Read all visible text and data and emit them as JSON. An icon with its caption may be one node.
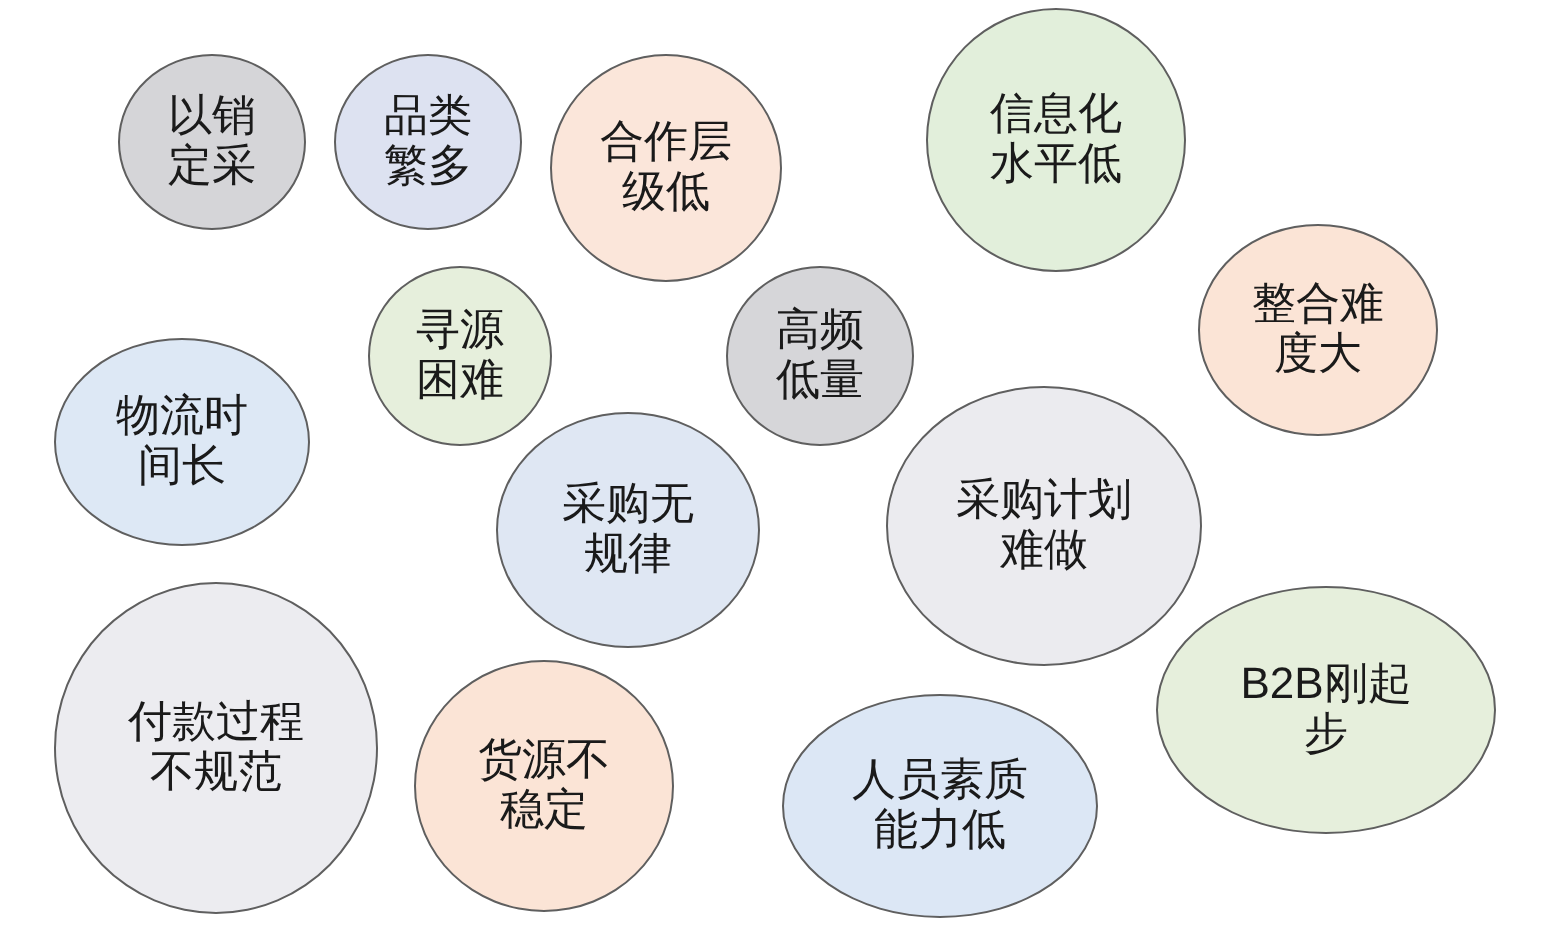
{
  "diagram": {
    "nodes": [
      {
        "text": [
          "以销定采"
        ]
      },
      {
        "text": [
          "品类繁多"
        ]
      },
      {
        "text": [
          "合作层级低"
        ]
      },
      {
        "text": [
          "信息化水平低"
        ]
      },
      {
        "text": [
          "寻源困难"
        ]
      },
      {
        "text": [
          "高频低量"
        ]
      },
      {
        "text": [
          "整合难度大"
        ]
      },
      {
        "text": [
          "物流时间长"
        ]
      },
      {
        "text": [
          "采购计划难做"
        ]
      },
      {
        "text": [
          "采购无规律"
        ]
      },
      {
        "text": [
          "B2B刚起步"
        ]
      },
      {
        "text": [
          "付款过程不规范"
        ]
      },
      {
        "text": [
          "货源不稳定"
        ]
      },
      {
        "text": [
          "人员素质能力低"
        ]
      }
    ]
  }
}
